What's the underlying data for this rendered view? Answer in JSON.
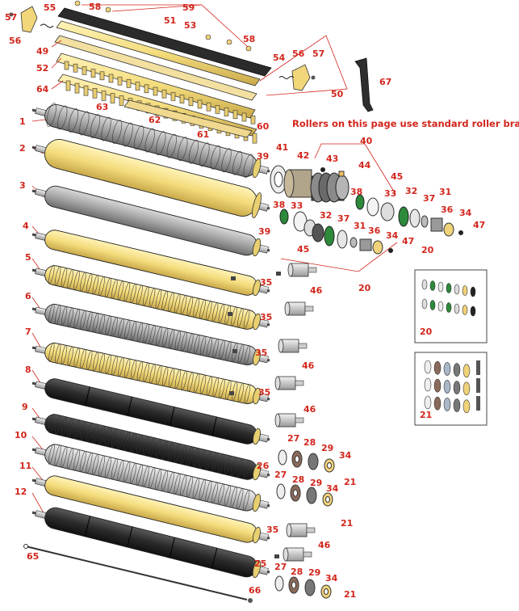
{
  "notice": "Rollers on this page use standard roller bra",
  "callouts": {
    "c57a": "57",
    "c55": "55",
    "c58a": "58",
    "c59": "59",
    "c56a": "56",
    "c51": "51",
    "c53": "53",
    "c49": "49",
    "c58b": "58",
    "c54": "54",
    "c56b": "56",
    "c57b": "57",
    "c52": "52",
    "c64": "64",
    "c50": "50",
    "c67": "67",
    "c63": "63",
    "c1": "1",
    "c62": "62",
    "c61": "61",
    "c60": "60",
    "c40": "40",
    "c2": "2",
    "c39a": "39",
    "c41": "41",
    "c42": "42",
    "c43": "43",
    "c44": "44",
    "c45a": "45",
    "c3": "3",
    "c38a": "38",
    "c33a": "33",
    "c32a": "32",
    "c37a": "37",
    "c31a": "31",
    "c38b": "38",
    "c33b": "33",
    "c32b": "32",
    "c37b": "37",
    "c36a": "36",
    "c34a": "34",
    "c47a": "47",
    "c39b": "39",
    "c45b": "45",
    "c31b": "31",
    "c36b": "36",
    "c34b": "34",
    "c47b": "47",
    "c20a": "20",
    "c4": "4",
    "c35a": "35",
    "c20b": "20",
    "c5": "5",
    "c46a": "46",
    "c35b": "35",
    "c6": "6",
    "c7": "7",
    "c35c": "35",
    "c46b": "46",
    "c35d": "35",
    "c8": "8",
    "c46c": "46",
    "c9": "9",
    "c27a": "27",
    "c28a": "28",
    "c29a": "29",
    "c10": "10",
    "c34c": "34",
    "c26": "26",
    "c11": "11",
    "c27b": "27",
    "c28b": "28",
    "c21a": "21",
    "c29b": "29",
    "c34d": "34",
    "c12": "12",
    "c21b": "21",
    "c35e": "35",
    "c46d": "46",
    "c65": "65",
    "c25": "25",
    "c27c": "27",
    "c28c": "28",
    "c29c": "29",
    "c34e": "34",
    "c66": "66",
    "c21c": "21"
  },
  "insets": [
    {
      "label": "20"
    },
    {
      "label": "21"
    }
  ]
}
